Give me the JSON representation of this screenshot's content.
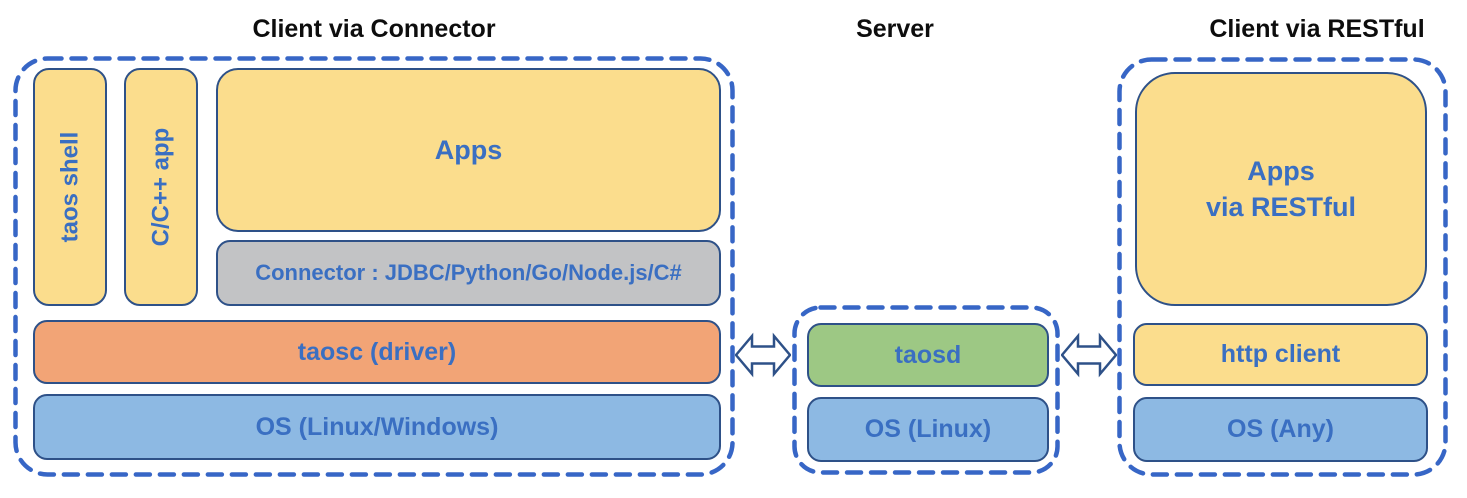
{
  "colors": {
    "canvas_bg": "#ffffff",
    "dashed_border": "#3766c6",
    "box_border": "#2e5188",
    "label_text": "#3a6fc2",
    "title_text": "#0d0d0d",
    "yellow": "#fbdd8d",
    "orange": "#f2a476",
    "blue": "#8db9e3",
    "green": "#9dc884",
    "gray": "#c2c3c5"
  },
  "sections": {
    "client_connector": {
      "title": "Client via Connector",
      "taos_shell": "taos shell",
      "cpp_app": "C/C++ app",
      "apps": "Apps",
      "connector": "Connector : JDBC/Python/Go/Node.js/C#",
      "taosc": "taosc (driver)",
      "os": "OS (Linux/Windows)"
    },
    "server": {
      "title": "Server",
      "taosd": "taosd",
      "os": "OS (Linux)"
    },
    "client_restful": {
      "title": "Client via RESTful",
      "apps": "Apps\nvia RESTful",
      "http_client": "http client",
      "os": "OS (Any)"
    }
  },
  "icons": {
    "left_link": "bidirectional-arrow",
    "right_link": "bidirectional-arrow"
  }
}
